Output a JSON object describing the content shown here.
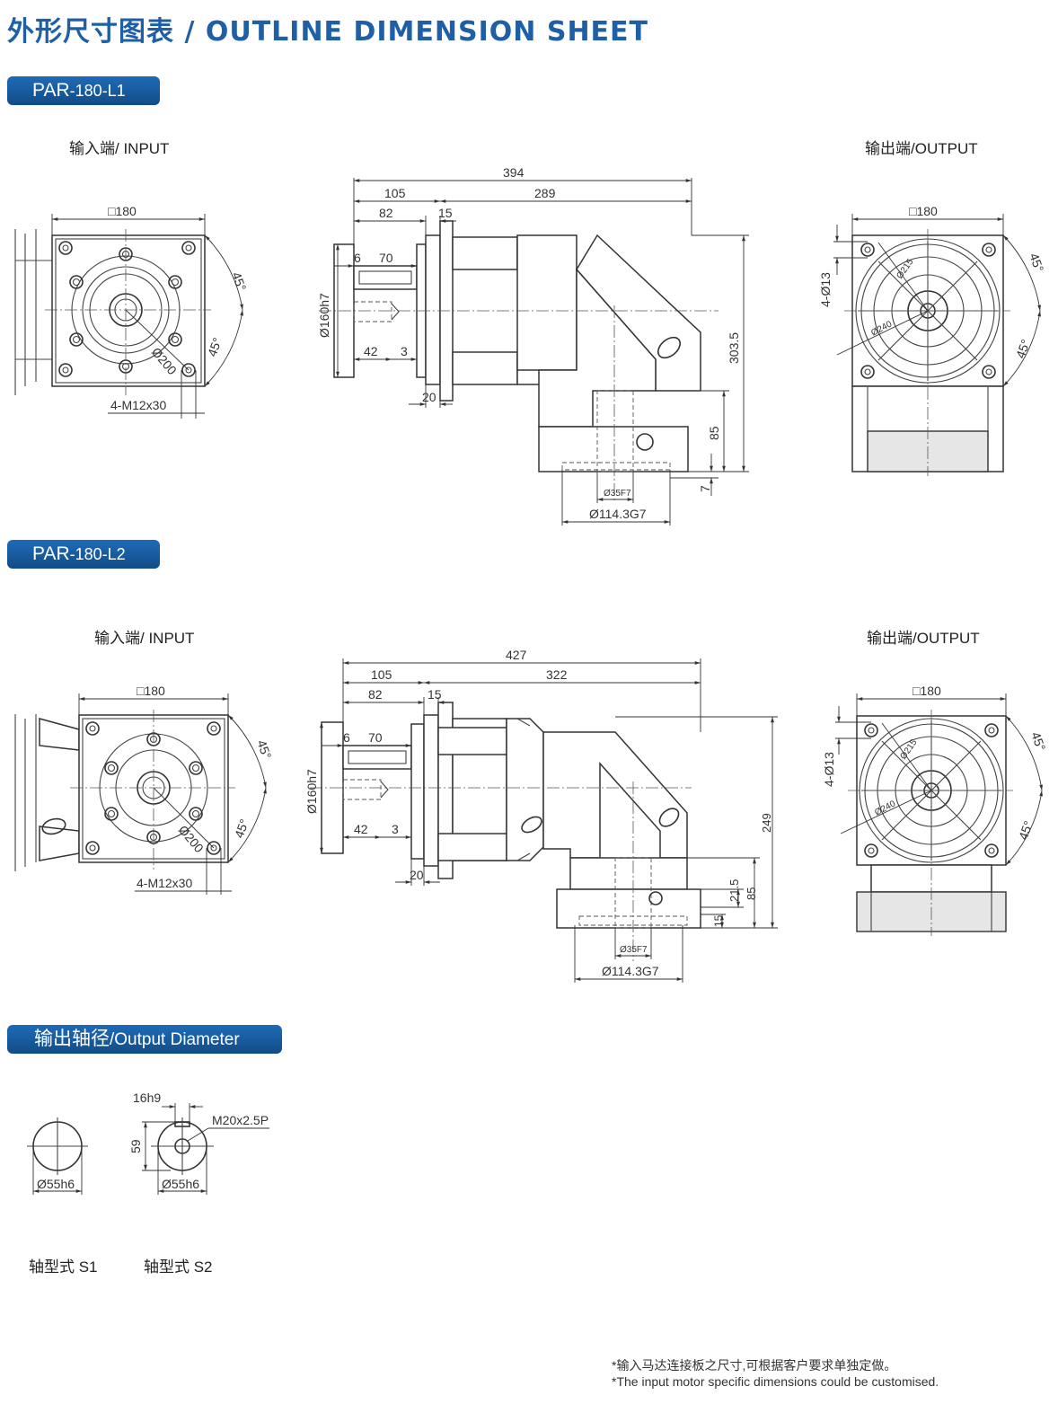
{
  "page": {
    "title": "外形尺寸图表 / OUTLINE DIMENSION SHEET"
  },
  "sections": {
    "l1": {
      "badge_prefix": "PAR",
      "badge_suffix": "-180-L1"
    },
    "l2": {
      "badge_prefix": "PAR",
      "badge_suffix": "-180-L2"
    },
    "output_diameter": {
      "badge_cn": "输出轴径",
      "badge_en": "/Output Diameter"
    }
  },
  "labels": {
    "input": "输入端/ INPUT",
    "output": "输出端/OUTPUT",
    "shaft_s1": "轴型式 S1",
    "shaft_s2": "轴型式 S2"
  },
  "dims_l1": {
    "overall": "394",
    "d105": "105",
    "d289": "289",
    "d82": "82",
    "d15": "15",
    "d6": "6",
    "d70": "70",
    "d42": "42",
    "d3": "3",
    "d20": "20",
    "bore": "Ø160h7",
    "height": "303.5",
    "d85": "85",
    "d7": "7",
    "out_bore": "Ø35F7",
    "out_pilot": "Ø114.3G7",
    "square": "□180",
    "pcd": "Ø200",
    "tapped": "4-M12x30",
    "angle": "45°",
    "out_holes": "4-Ø13",
    "out_215": "Ø215",
    "out_240": "Ø240"
  },
  "dims_l2": {
    "overall": "427",
    "d105": "105",
    "d322": "322",
    "d82": "82",
    "d15": "15",
    "d6": "6",
    "d70": "70",
    "d42": "42",
    "d3": "3",
    "d20": "20",
    "bore": "Ø160h7",
    "height": "249",
    "d85": "85",
    "d21_5": "21.5",
    "d15b": "15",
    "out_bore": "Ø35F7",
    "out_pilot": "Ø114.3G7",
    "square": "□180",
    "pcd": "Ø200",
    "tapped": "4-M12x30",
    "angle": "45°",
    "out_holes": "4-Ø13",
    "out_215": "Ø215",
    "out_240": "Ø240"
  },
  "shaft": {
    "s1_dia": "Ø55h6",
    "s2_dia": "Ø55h6",
    "key": "16h9",
    "key_height": "59",
    "thread": "M20x2.5P"
  },
  "notes": {
    "cn": "*输入马达连接板之尺寸,可根据客户要求单独定做。",
    "en": "*The input motor specific dimensions could be customised."
  },
  "colors": {
    "title": "#1f5fa6",
    "badge": "#1a5fa8"
  }
}
